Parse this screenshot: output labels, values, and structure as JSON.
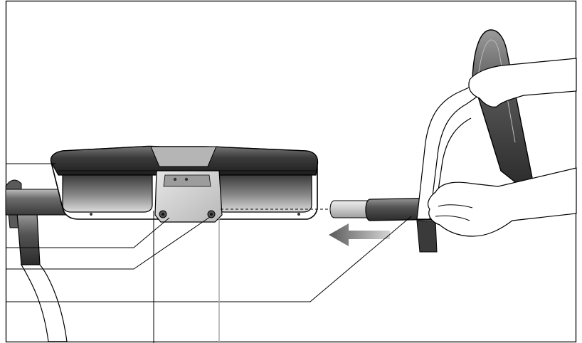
{
  "diagram": {
    "subject": "handlebar-assembly",
    "callout_count": 4,
    "callouts": [
      {
        "id": "console-body"
      },
      {
        "id": "bracket-plate"
      },
      {
        "id": "bolt"
      },
      {
        "id": "handlebar-tube"
      }
    ],
    "motion": {
      "icon": "arrow-left-icon",
      "meaning": "insert-handlebar"
    }
  },
  "colors": {
    "line": "#000000",
    "dark": "#2a2a2a",
    "mid": "#7a7a7a",
    "light": "#d0d0d0",
    "background": "#ffffff"
  }
}
